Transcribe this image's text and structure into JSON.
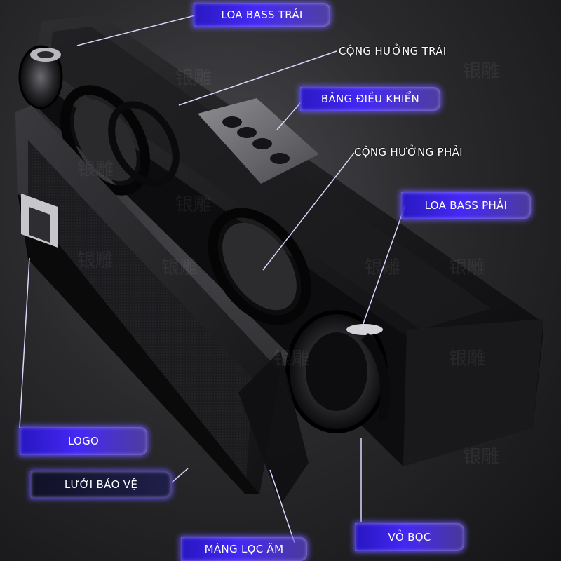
{
  "labels": {
    "left_bass": "LOA BASS TRÁI",
    "left_resonance": "CỘNG HƯỞNG TRÁI",
    "control_panel": "BẢNG ĐIỀU KHIỂN",
    "right_resonance": "CỘNG HƯỞNG PHẢI",
    "right_bass": "LOA BASS PHẢI",
    "logo": "LOGO",
    "protective_grille": "LƯỚI BẢO VỆ",
    "sound_filter": "MÀNG LỌC ÂM",
    "casing": "VỎ BỌC"
  },
  "watermark": "银雕",
  "colors": {
    "label_glow": "#6e5aff",
    "label_fill": "#3a1fff",
    "speaker_body": "#141416"
  }
}
